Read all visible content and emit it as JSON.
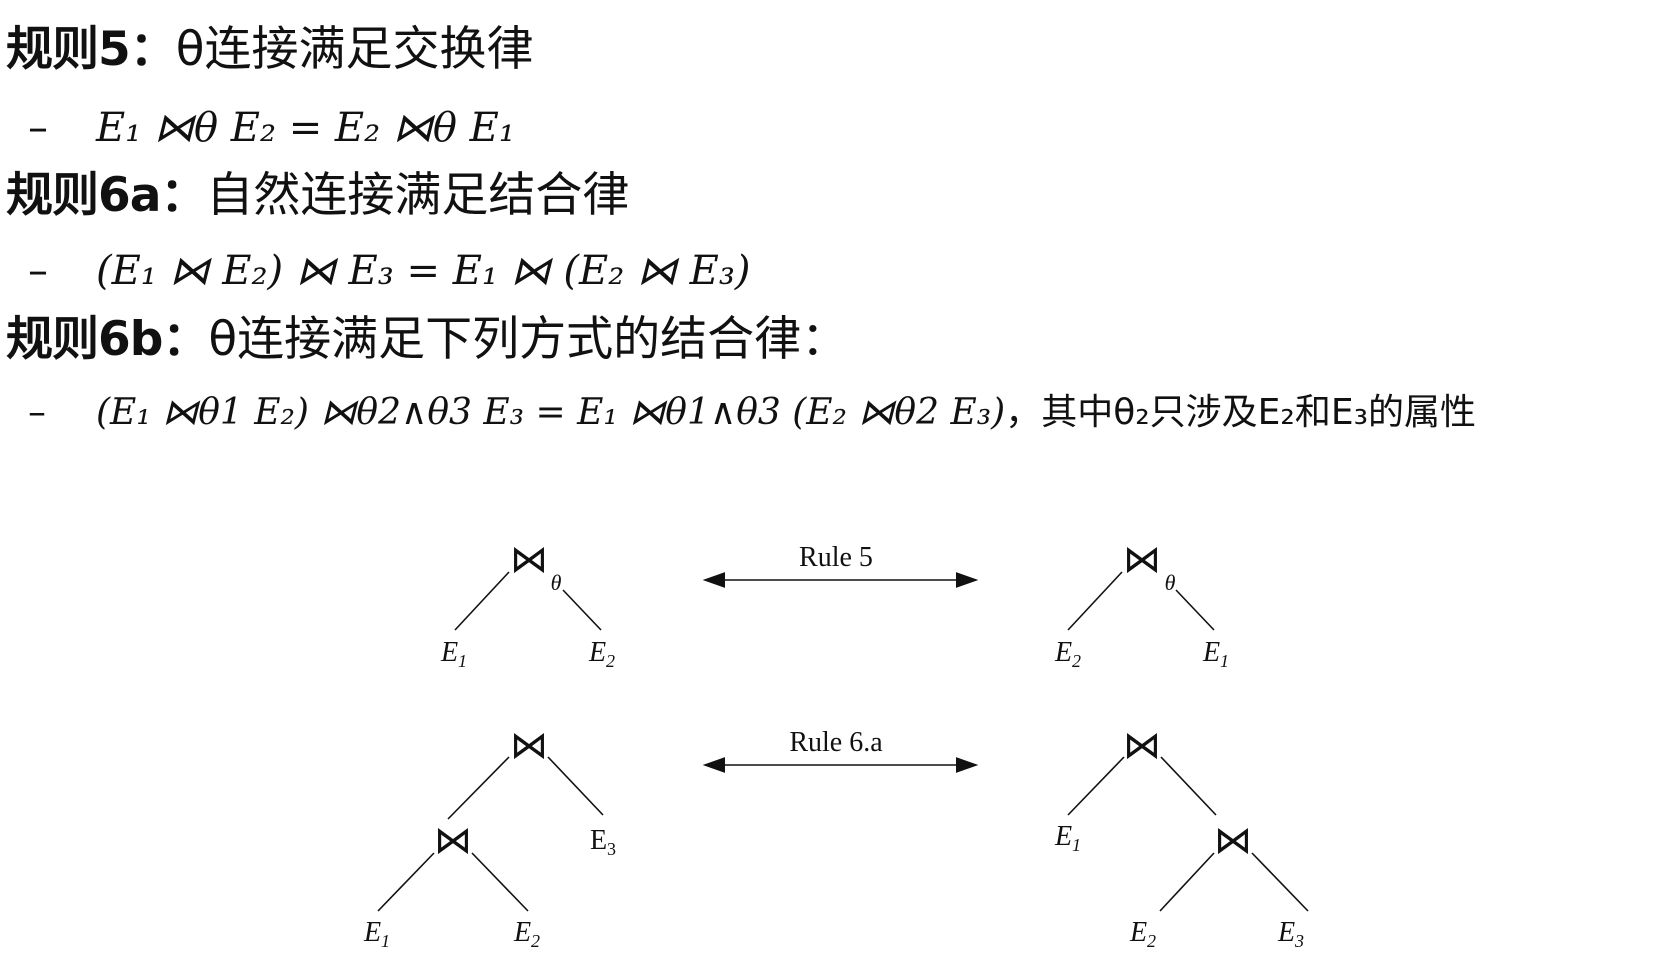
{
  "rules": [
    {
      "tag": "规则5：",
      "desc": "θ连接满足交换律",
      "dash": "–",
      "formula": "E₁ ⋈θ E₂ = E₂ ⋈θ E₁",
      "note": ""
    },
    {
      "tag": "规则6a：",
      "desc": "自然连接满足结合律",
      "dash": "–",
      "formula": "(E₁ ⋈ E₂) ⋈ E₃ = E₁ ⋈ (E₂ ⋈ E₃)",
      "note": ""
    },
    {
      "tag": "规则6b：",
      "desc": "θ连接满足下列方式的结合律：",
      "dash": "–",
      "formula": "(E₁ ⋈θ1 E₂) ⋈θ2∧θ3 E₃ = E₁ ⋈θ1∧θ3 (E₂ ⋈θ2 E₃)",
      "note": "，其中θ₂只涉及E₂和E₃的属性"
    }
  ],
  "diagram": {
    "join_symbol": "⋈",
    "theta": "θ",
    "arrows": [
      {
        "label": "Rule 5"
      },
      {
        "label": "Rule 6.a"
      }
    ],
    "rule5_left": {
      "left_leaf": "E",
      "left_sub": "1",
      "right_leaf": "E",
      "right_sub": "2"
    },
    "rule5_right": {
      "left_leaf": "E",
      "left_sub": "2",
      "right_leaf": "E",
      "right_sub": "1"
    },
    "rule6a_left": {
      "leaf_a": "E",
      "sub_a": "1",
      "leaf_b": "E",
      "sub_b": "2",
      "leaf_c": "E",
      "sub_c": "3"
    },
    "rule6a_right": {
      "leaf_a": "E",
      "sub_a": "1",
      "leaf_b": "E",
      "sub_b": "2",
      "leaf_c": "E",
      "sub_c": "3"
    }
  }
}
